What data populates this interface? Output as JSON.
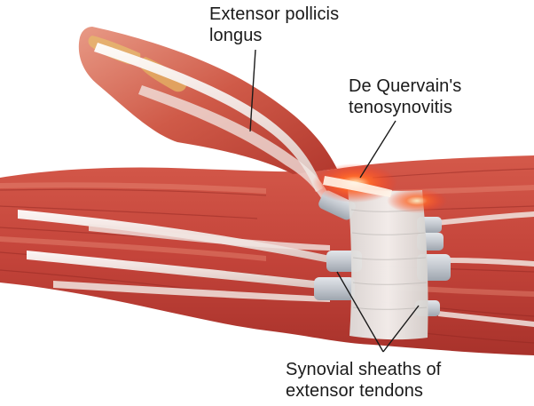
{
  "labels": {
    "extensor_pollicis_longus": [
      "Extensor pollicis",
      "longus"
    ],
    "de_quervain": [
      "De Quervain's",
      "tenosynovitis"
    ],
    "synovial_sheaths": [
      "Synovial sheaths of",
      "extensor tendons"
    ]
  },
  "colors": {
    "muscle": "#c9473a",
    "muscle_dark": "#9a2a22",
    "muscle_light": "#e07a67",
    "tendon": "#efe3de",
    "sheath": "#c5c9cf",
    "retinaculum": "#e8e6e4",
    "inflammation": "#ff5a2a",
    "bone": "#e6b46e"
  }
}
